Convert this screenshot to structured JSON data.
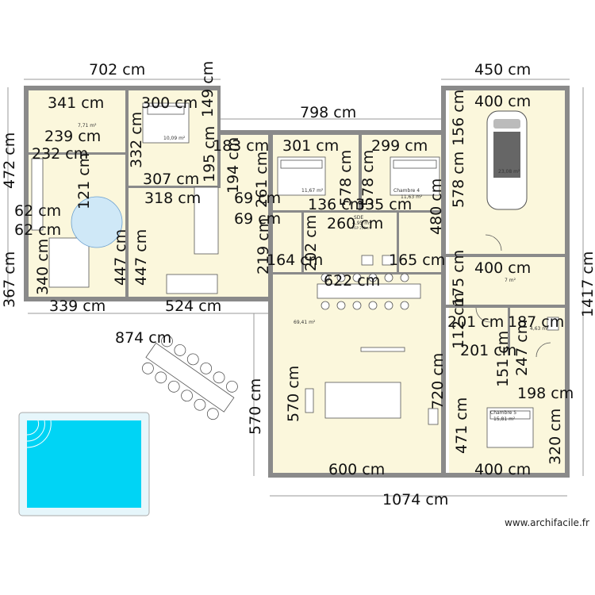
{
  "dims": {
    "top_left": "702 cm",
    "top_garage": "450 cm",
    "top_middle": "798 cm",
    "left_outer": "472 cm",
    "left_lower": "367 cm",
    "right_outer": "1417 cm",
    "bottom_terrace": "874 cm",
    "bottom_total": "1074 cm",
    "terrace_side": "570 cm",
    "d341": "341 cm",
    "d300": "300 cm",
    "d149": "149 cm",
    "d239": "239 cm",
    "d232": "232 cm",
    "d332": "332 cm",
    "d183": "183 cm",
    "d301": "301 cm",
    "d299": "299 cm",
    "d307": "307 cm",
    "d318": "318 cm",
    "d195": "195 cm",
    "d194": "194 cm",
    "d69a": "69 cm",
    "d69b": "69 cm",
    "d136": "136 cm",
    "d335": "335 cm",
    "d260": "260 cm",
    "d578a": "578 cm",
    "d578b": "578 cm",
    "d480": "480 cm",
    "d62a": "62 cm",
    "d62b": "62 cm",
    "d340": "340 cm",
    "d339": "339 cm",
    "d447a": "447 cm",
    "d447b": "447 cm",
    "d524": "524 cm",
    "d219": "219 cm",
    "d164": "164 cm",
    "d165": "165 cm",
    "d622": "622 cm",
    "d400a": "400 cm",
    "d578c": "578 cm",
    "d156": "156 cm",
    "d400b": "400 cm",
    "d175": "175 cm",
    "d201a": "201 cm",
    "d187": "187 cm",
    "d201b": "201 cm",
    "d720": "720 cm",
    "d570": "570 cm",
    "d600": "600 cm",
    "d151": "151 cm",
    "d247": "247 cm",
    "d198": "198 cm",
    "d471": "471 cm",
    "d320": "320 cm",
    "d400c": "400 cm",
    "d121": "121 cm",
    "d202": "202 cm",
    "d261": "261 cm",
    "d112": "112 cm"
  },
  "rooms": {
    "sdb1_area": "7,71 m²",
    "ch1_area": "10,09 m²",
    "ch3_area": "11,67 m²",
    "ch4_name": "Chambre 4",
    "ch4_area": "11,63 m²",
    "garage_area": "23,08 m²",
    "sde_name": "SDE",
    "sde_area": "4,95 m²",
    "cellier_area": "7 m²",
    "wc_area": "4,63 m²",
    "living_area": "69,41 m²",
    "ch5_name": "Chambre 5",
    "ch5_area": "15,81 m²",
    "hsp": "HSP 250 cm"
  },
  "colors": {
    "room_fill": "#fbf7dc",
    "wall": "#8a8a8a",
    "pool": "#00d4f5"
  },
  "watermark": "www.archifacile.fr"
}
